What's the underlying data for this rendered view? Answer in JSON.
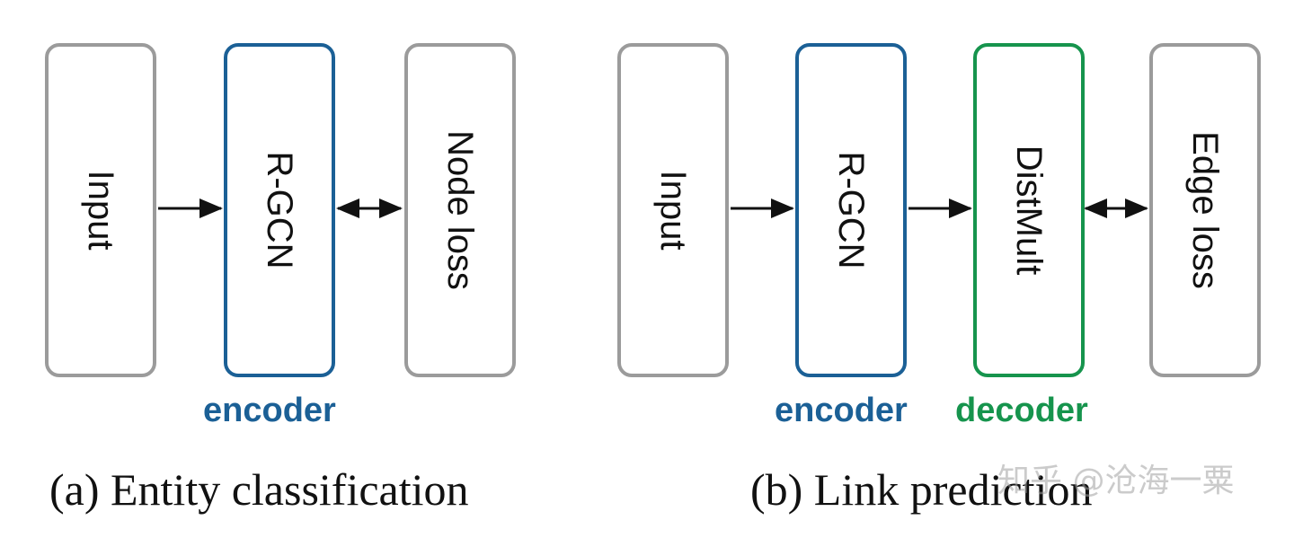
{
  "panel_a": {
    "boxes": {
      "input": "Input",
      "rgcn": "R-GCN",
      "node_loss": "Node loss"
    },
    "encoder_label": "encoder",
    "caption": "(a) Entity classification"
  },
  "panel_b": {
    "boxes": {
      "input": "Input",
      "rgcn": "R-GCN",
      "distmult": "DistMult",
      "edge_loss": "Edge loss"
    },
    "encoder_label": "encoder",
    "decoder_label": "decoder",
    "caption": "(b) Link prediction"
  },
  "watermark": "知乎 @沧海一粟",
  "colors": {
    "neutral_border": "#9b9b9b",
    "encoder_blue": "#1b6096",
    "decoder_green": "#16944d"
  }
}
